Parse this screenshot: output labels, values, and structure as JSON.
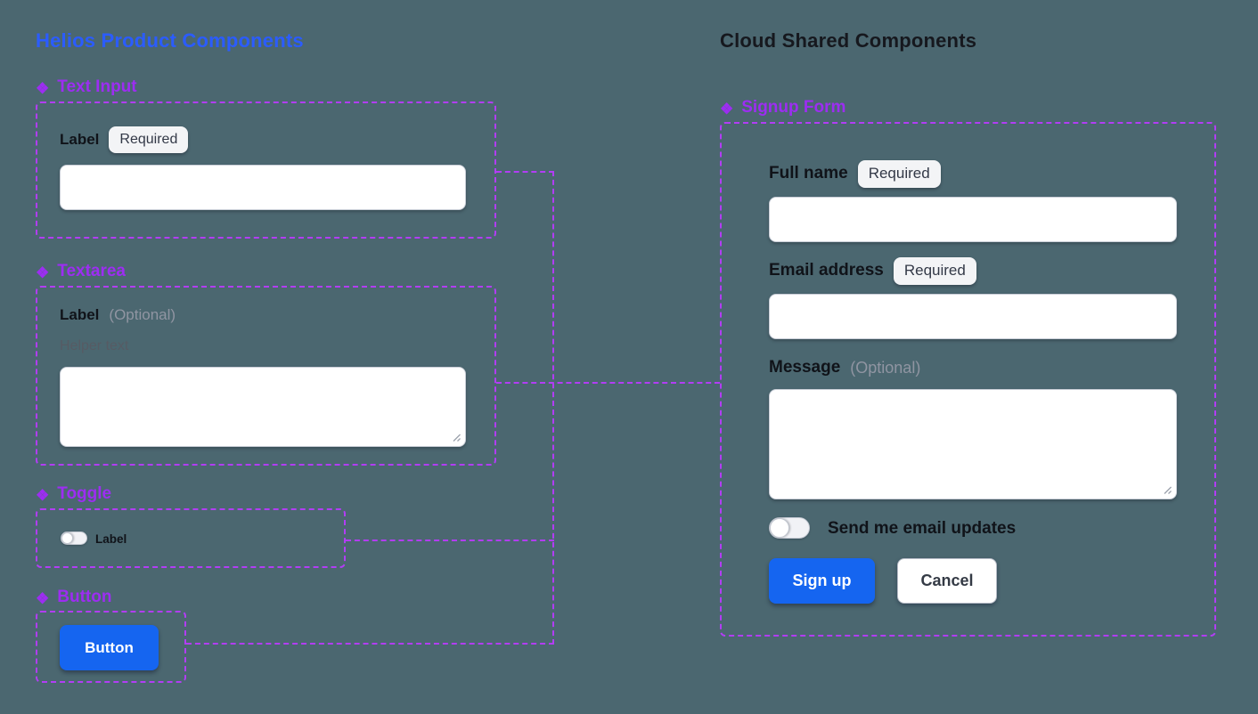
{
  "colors": {
    "background": "#4b6770",
    "helios_title": "#2b5cff",
    "cloud_title": "#16181e",
    "section_purple": "#9d2df2",
    "outline_purple": "#b23df5",
    "primary_blue": "#1565f0",
    "badge_bg": "#f3f4f6",
    "badge_text": "#333947",
    "label_dark": "#101319",
    "muted_gray": "#9095a2",
    "helper_gray": "#565b64"
  },
  "icons": {
    "component_glyph": "❖"
  },
  "helios": {
    "title": "Helios Product Components",
    "text_input": {
      "header": "Text Input",
      "label": "Label",
      "badge": "Required"
    },
    "textarea": {
      "header": "Textarea",
      "label": "Label",
      "optional": "(Optional)",
      "helper": "Helper text"
    },
    "toggle": {
      "header": "Toggle",
      "label": "Label"
    },
    "button": {
      "header": "Button",
      "label": "Button"
    }
  },
  "cloud": {
    "title": "Cloud Shared Components",
    "signup": {
      "header": "Signup Form",
      "full_name": {
        "label": "Full name",
        "badge": "Required"
      },
      "email": {
        "label": "Email address",
        "badge": "Required"
      },
      "message": {
        "label": "Message",
        "optional": "(Optional)"
      },
      "updates_toggle": {
        "label": "Send me email updates"
      },
      "submit": "Sign up",
      "cancel": "Cancel"
    }
  }
}
